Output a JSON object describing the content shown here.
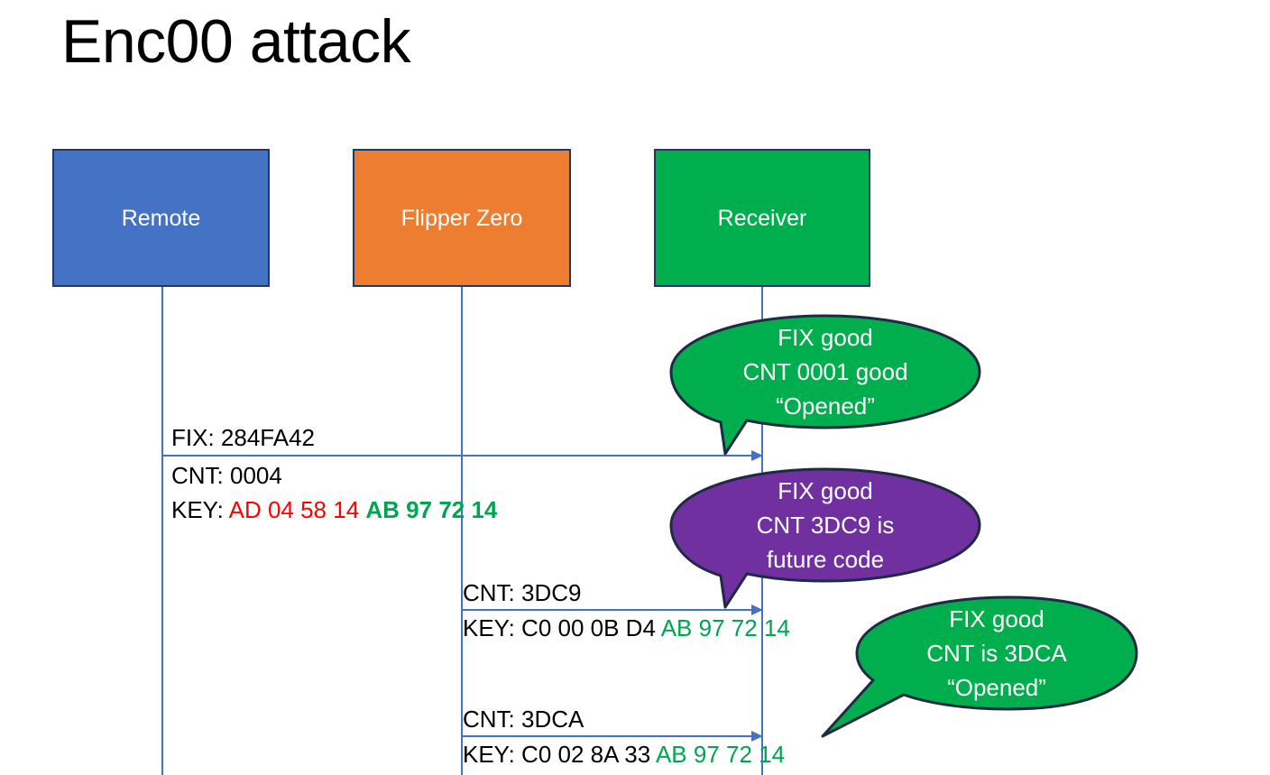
{
  "slide": {
    "title": "Enc00 attack",
    "background": "#FFFFFF"
  },
  "colors": {
    "remote_blue": "#4472C4",
    "flipper_orange": "#ED7D31",
    "receiver_green": "#00AE4D",
    "callout_purple": "#7030A0",
    "border_navy": "#1F3864",
    "hex_red": "#FF0000",
    "hex_green": "#00A550",
    "text_black": "#000000"
  },
  "actors": [
    {
      "id": "remote",
      "label": "Remote",
      "color": "#4472C4"
    },
    {
      "id": "flipper",
      "label": "Flipper Zero",
      "color": "#ED7D31"
    },
    {
      "id": "receiver",
      "label": "Receiver",
      "color": "#00AE4D"
    }
  ],
  "messages": [
    {
      "id": "msg1",
      "from": "remote",
      "to": "receiver",
      "fix_line": "FIX: 284FA42",
      "cnt_line": "CNT: 0004",
      "key_label": "KEY: ",
      "key_part_red": "AD 04 58 14",
      "key_part_green": "AB 97 72 14"
    },
    {
      "id": "msg2",
      "from": "flipper",
      "to": "receiver",
      "cnt_line": "CNT: 3DC9",
      "key_label": "KEY: C0 00 0B D4 ",
      "key_part_green": "AB 97 72 14"
    },
    {
      "id": "msg3",
      "from": "flipper",
      "to": "receiver",
      "cnt_line": "CNT: 3DCA",
      "key_label": "KEY: C0 02 8A 33 ",
      "key_part_green": "AB 97 72 14"
    }
  ],
  "callouts": [
    {
      "id": "callout1",
      "color": "#00AE4D",
      "line1": "FIX good",
      "line2": "CNT 0001 good",
      "line3": "“Opened”"
    },
    {
      "id": "callout2",
      "color": "#7030A0",
      "line1": "FIX good",
      "line2": "CNT 3DC9 is",
      "line3": "future code"
    },
    {
      "id": "callout3",
      "color": "#00AE4D",
      "line1": "FIX good",
      "line2": "CNT is 3DCA",
      "line3": "“Opened”"
    }
  ]
}
